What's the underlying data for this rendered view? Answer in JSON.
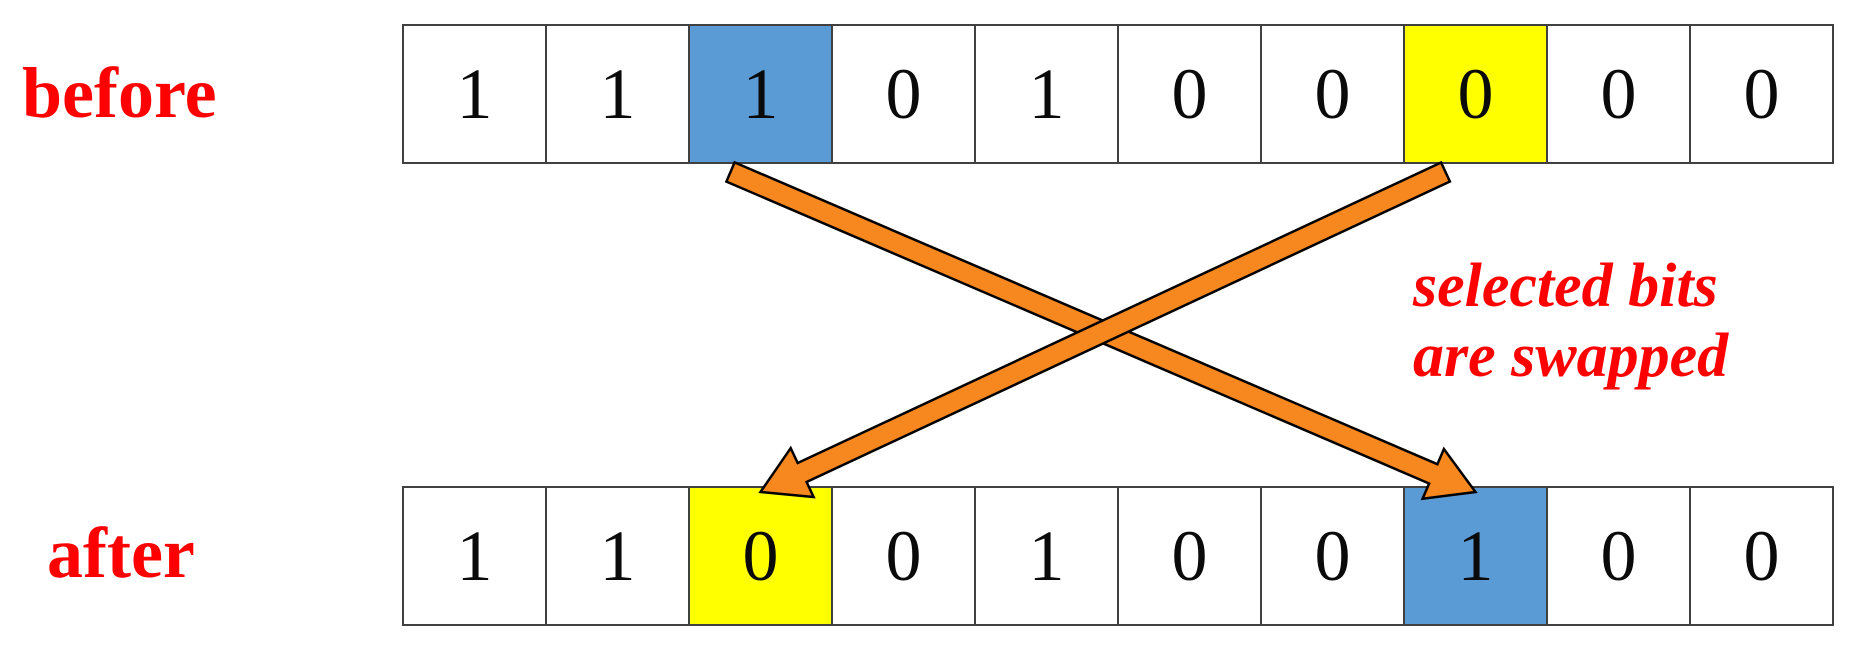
{
  "labels": {
    "before": "before",
    "after": "after"
  },
  "annotation": {
    "line1": "selected bits",
    "line2": "are swapped"
  },
  "rows": {
    "before": {
      "bits": [
        "1",
        "1",
        "1",
        "0",
        "1",
        "0",
        "0",
        "0",
        "0",
        "0"
      ],
      "highlights": [
        {
          "index": 2,
          "color_name": "blue"
        },
        {
          "index": 7,
          "color_name": "yellow"
        }
      ]
    },
    "after": {
      "bits": [
        "1",
        "1",
        "0",
        "0",
        "1",
        "0",
        "0",
        "1",
        "0",
        "0"
      ],
      "highlights": [
        {
          "index": 2,
          "color_name": "yellow"
        },
        {
          "index": 7,
          "color_name": "blue"
        }
      ]
    }
  },
  "arrows": [
    {
      "name": "swap-arrow-blue-bit",
      "from": {
        "row": "before",
        "index": 2
      },
      "to": {
        "row": "after",
        "index": 7
      }
    },
    {
      "name": "swap-arrow-yellow-bit",
      "from": {
        "row": "before",
        "index": 7
      },
      "to": {
        "row": "after",
        "index": 2
      }
    }
  ],
  "colors": {
    "highlight_blue": "#5B9BD5",
    "highlight_yellow": "#FFFF00",
    "arrow_orange": "#F6881F",
    "arrow_outline": "#000000",
    "label_red": "#FF0000",
    "cell_border": "#404040",
    "digit_black": "#0A0A0A"
  }
}
